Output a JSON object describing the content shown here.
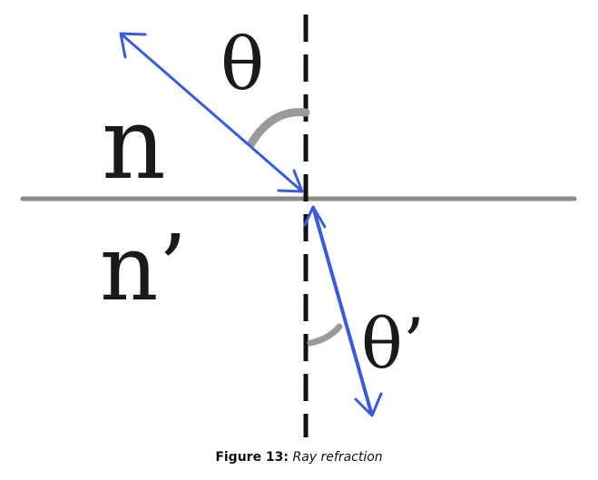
{
  "figure": {
    "labels": {
      "n_top": "n",
      "n_bottom": "n’",
      "theta_top": "θ",
      "theta_bottom": "θ’"
    },
    "colors": {
      "ray": "#3b5bdb",
      "interface": "#8a8a8a",
      "normal": "#111111",
      "arc": "#9a9a9a",
      "ink": "#1a1a1a"
    }
  },
  "caption": {
    "label": "Figure 13:",
    "text": "Ray refraction"
  }
}
